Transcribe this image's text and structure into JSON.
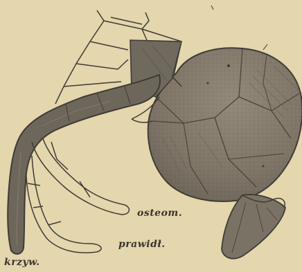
{
  "figure": {
    "labels": {
      "osteom": "osteom.",
      "prawidl": "prawidł.",
      "krzyw": "krzyw."
    }
  },
  "colors": {
    "paper": "#e4d6ad",
    "ink": "#3f3a34",
    "mass": "#857c6c",
    "bone": "#6f695e"
  }
}
